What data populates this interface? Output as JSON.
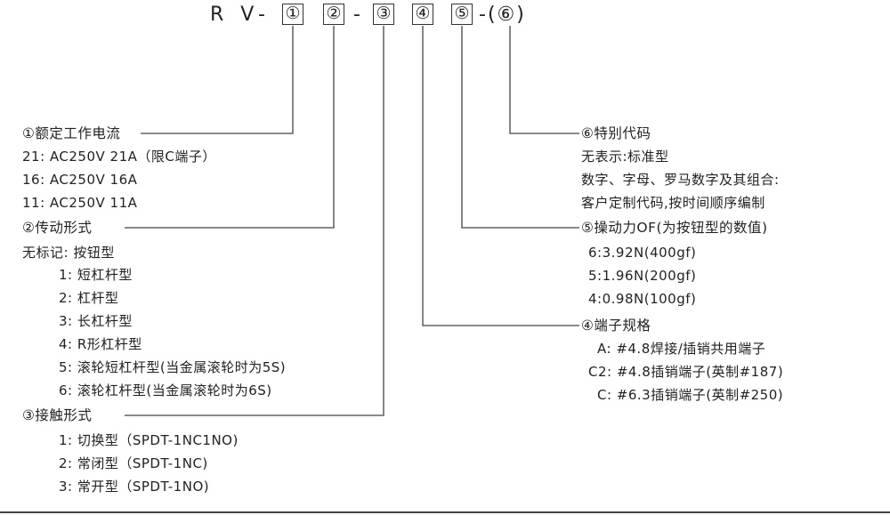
{
  "code": {
    "prefix": "R V-",
    "slot1": "①",
    "slot2": "②",
    "dash1": "-",
    "slot3": "③",
    "slot4": "④",
    "slot5": "⑤",
    "suffix": "-(⑥)"
  },
  "left": {
    "rated": {
      "heading": "①额定工作电流",
      "items": [
        "21: AC250V   21A（限C端子）",
        "16: AC250V   16A",
        "11: AC250V   11A"
      ]
    },
    "actuator": {
      "heading": "②传动形式",
      "items": [
        "无标记: 按钮型",
        "1: 短杠杆型",
        "2: 杠杆型",
        "3: 长杠杆型",
        "4: R形杠杆型",
        "5: 滚轮短杠杆型(当金属滚轮时为5S)",
        "6: 滚轮杠杆型(当金属滚轮时为6S)"
      ]
    },
    "contact": {
      "heading": "③接触形式",
      "items": [
        "1: 切换型（SPDT-1NC1NO)",
        "2: 常闭型（SPDT-1NC)",
        "3: 常开型（SPDT-1NO)"
      ]
    }
  },
  "right": {
    "special": {
      "heading": "⑥特别代码",
      "items": [
        "无表示:标准型",
        "数字、字母、罗马数字及其组合:",
        "客户定制代码,按时间顺序编制"
      ]
    },
    "force": {
      "heading": "⑤操动力OF(为按钮型的数值)",
      "items": [
        "6:3.92N(400gf)",
        "5:1.96N(200gf)",
        "4:0.98N(100gf)"
      ]
    },
    "terminal": {
      "heading": "④端子规格",
      "items": [
        "A: #4.8焊接/插销共用端子",
        "C2: #4.8插销端子(英制#187)",
        "C: #6.3插销端子(英制#250)"
      ]
    }
  }
}
